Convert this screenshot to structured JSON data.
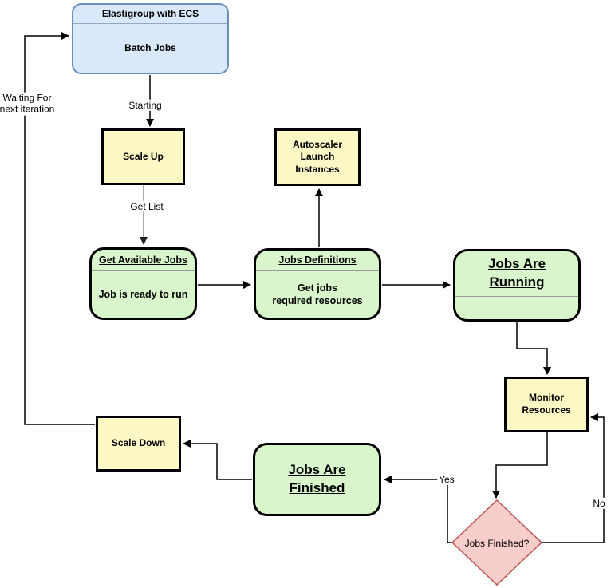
{
  "diagram": {
    "nodes": {
      "batch_jobs": {
        "title": "Elastigroup with ECS",
        "body": "Batch Jobs"
      },
      "scale_up": {
        "label": "Scale Up"
      },
      "autoscaler": {
        "label": "Autoscaler\nLaunch\nInstances"
      },
      "get_available_jobs": {
        "title": "Get Available Jobs",
        "body": "Job is ready to run"
      },
      "jobs_definitions": {
        "title": "Jobs Definitions",
        "body": "Get jobs\nrequired resources"
      },
      "jobs_are_running": {
        "title": "Jobs Are\nRunning"
      },
      "monitor_resources": {
        "label": "Monitor\nResources"
      },
      "jobs_finished_decision": {
        "label": "Jobs Finished?"
      },
      "jobs_are_finished": {
        "title": "Jobs Are\nFinished"
      },
      "scale_down": {
        "label": "Scale Down"
      }
    },
    "edge_labels": {
      "starting": "Starting",
      "get_list": "Get List",
      "waiting": "Waiting For\nnext iteration",
      "yes": "Yes",
      "no": "No"
    },
    "colors": {
      "batch_jobs_fill": "#dae8fc",
      "batch_jobs_border": "#6c8ebf",
      "process_fill": "#fcf8c5",
      "state_fill": "#d9f5cb",
      "node_border": "#000000",
      "decision_fill": "#f8cecc",
      "decision_border": "#b85450",
      "edge": "#000000",
      "edge_gray": "#8f8f8f"
    }
  }
}
